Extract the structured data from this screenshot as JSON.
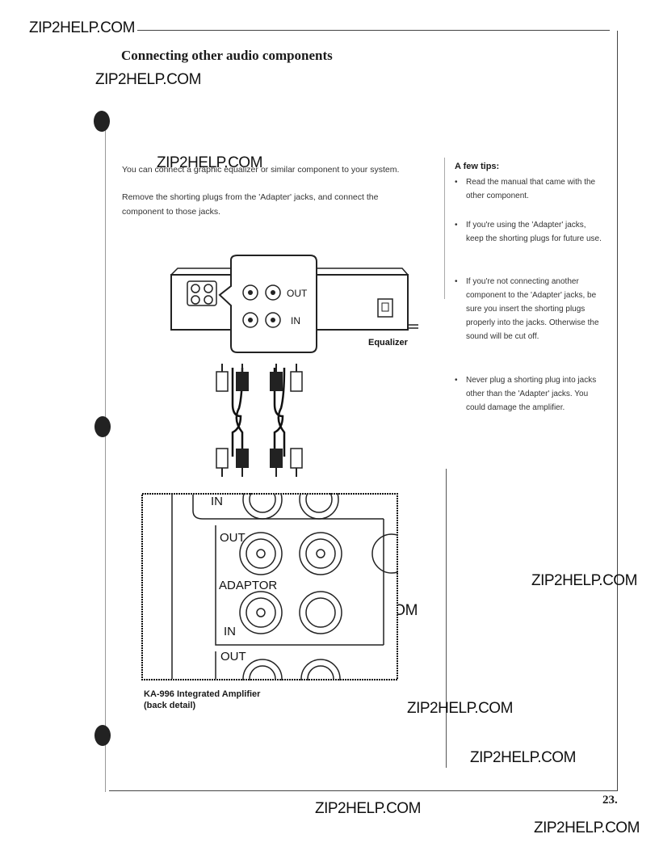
{
  "watermark": "ZIP2HELP.COM",
  "heading": "Connecting other audio components",
  "intro": {
    "para1": "You can connect a graphic equalizer or similar component to your system.",
    "para2": "Remove the shorting plugs from the 'Adapter' jacks, and connect the component to those jacks."
  },
  "tips": {
    "heading": "A few tips:",
    "items": [
      "Read the manual that came with the other component.",
      "If you're using the 'Adapter' jacks, keep the shorting plugs for future use.",
      "If you're not connecting another component to the 'Adapter' jacks, be sure you insert the shorting plugs properly into the jacks. Otherwise the sound will be cut off.",
      "Never plug a shorting plug into jacks other than the 'Adapter' jacks. You could damage the amplifier."
    ]
  },
  "equalizer_figure": {
    "out_label": "OUT",
    "in_label": "IN",
    "caption": "Equalizer"
  },
  "amp_figure": {
    "in_top": "IN",
    "out_upper": "OUT",
    "adaptor": "ADAPTOR",
    "in_lower": "IN",
    "out_lower": "OUT",
    "caption_line1": "KA-996 Integrated Amplifier",
    "caption_line2": "(back detail)"
  },
  "page_number": "23."
}
